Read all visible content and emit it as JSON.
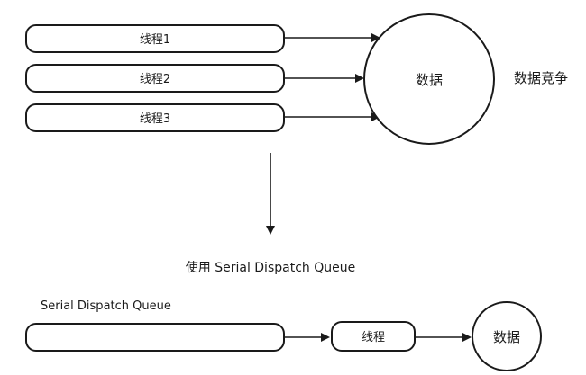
{
  "top": {
    "threads": [
      {
        "label": "线程1"
      },
      {
        "label": "线程2"
      },
      {
        "label": "线程3"
      }
    ],
    "data_label": "数据",
    "race_label": "数据竞争"
  },
  "transition_label": "使用 Serial Dispatch Queue",
  "bottom": {
    "queue_title": "Serial Dispatch Queue",
    "thread_label": "线程",
    "data_label": "数据"
  }
}
